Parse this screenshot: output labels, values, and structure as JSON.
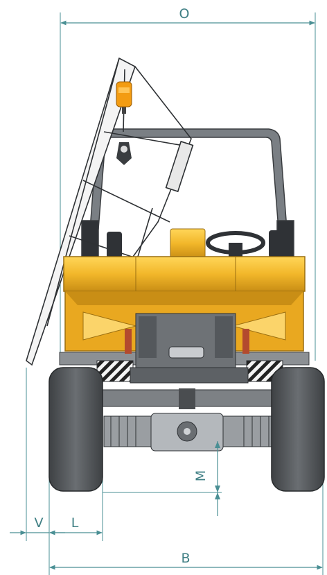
{
  "dimensions": {
    "top_width": "O",
    "ground_clearance": "M",
    "overhang": "V",
    "wheel_width": "L",
    "track": "B"
  },
  "colors": {
    "dimension_line": "#4a8f94",
    "body_yellow": "#f2b72a",
    "body_yellow_dark": "#b98514",
    "frame_gray": "#5b5f63",
    "tire_gray": "#4a4d50",
    "beacon_orange": "#f39c12"
  }
}
